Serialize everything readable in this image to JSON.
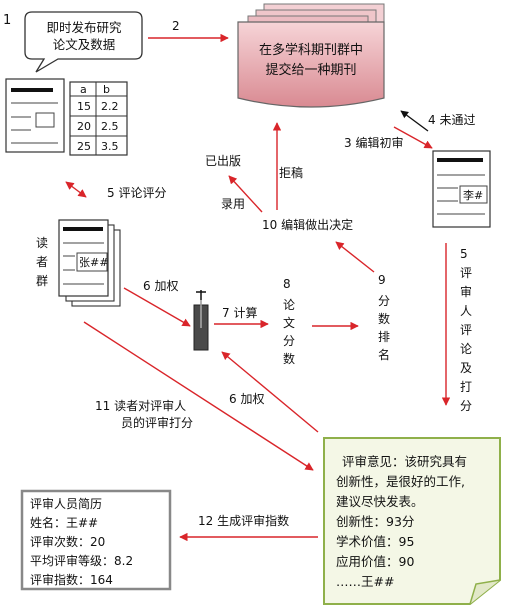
{
  "bubble_text": [
    "即时发布研究",
    "论文及数据"
  ],
  "journal_text": [
    "在多学科期刊群中",
    "提交给一种期刊"
  ],
  "table": {
    "headers": [
      "a",
      "b"
    ],
    "rows": [
      [
        "15",
        "2.2"
      ],
      [
        "20",
        "2.5"
      ],
      [
        "25",
        "3.5"
      ]
    ]
  },
  "reviewer_tag": "李#",
  "reader_tag": "张##",
  "readers_label": [
    "读",
    "者",
    "群"
  ],
  "review_box": {
    "lines": [
      "评审意见：该研究具有",
      "创新性，是很好的工作,",
      "建议尽快发表。",
      "创新性：93分",
      "学术价值：95",
      "应用价值：90",
      "……王##"
    ]
  },
  "profile_box": {
    "lines": [
      "评审人员简历",
      "姓名：王##",
      "评审次数：20",
      "平均评审等级：8.2",
      "评审指数：164"
    ]
  },
  "labels": {
    "step1": "1",
    "step2": "2",
    "step3": "3  编辑初审",
    "step4": "4  未通过",
    "step5_left": "5  评论评分",
    "step5_right_num": "5",
    "step5_right": [
      "评",
      "审",
      "人",
      "评",
      "论",
      "及",
      "打",
      "分"
    ],
    "published": "已出版",
    "rejected": "拒稿",
    "accepted": "录用",
    "step10": "10  编辑做出决定",
    "step6_top": "6 加权",
    "step6_bottom": "6 加权",
    "step7": "7  计算",
    "step8_num": "8",
    "step8": [
      "论",
      "文",
      "分",
      "数"
    ],
    "step9_num": "9",
    "step9": [
      "分",
      "数",
      "排",
      "名"
    ],
    "step11": [
      "11 读者对评审人",
      "员的评审打分"
    ],
    "step12": "12  生成评审指数"
  },
  "colors": {
    "arrow": "#d9252a",
    "journal_fill": "#f0c4c8",
    "review_fill": "#f4f7e6",
    "review_border": "#8fb04a"
  }
}
